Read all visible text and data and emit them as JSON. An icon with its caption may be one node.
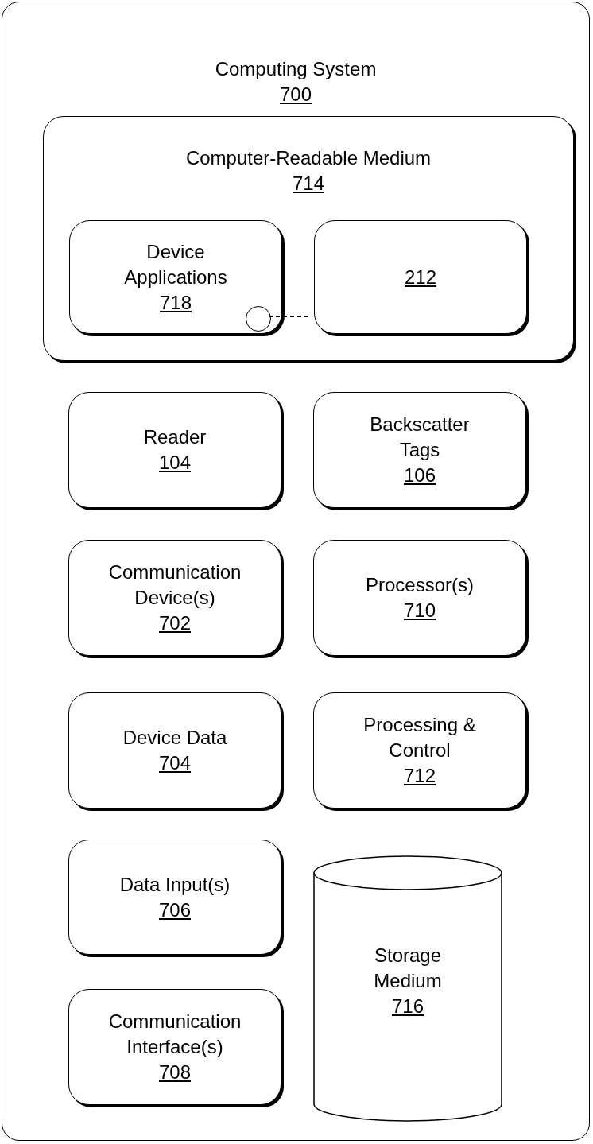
{
  "diagram": {
    "nodes": [
      {
        "text": [
          "Computing System",
          "700"
        ]
      },
      {
        "text": [
          "Computer-Readable Medium",
          "714"
        ],
        "in": 0
      },
      {
        "text": [
          "Device Applications",
          "718"
        ],
        "in": 1
      },
      {
        "text": [],
        "shape": "circle",
        "in": 2
      },
      {
        "text": [
          "212"
        ],
        "in": 1
      },
      {
        "text": [
          "Reader",
          "104"
        ],
        "in": 0
      },
      {
        "text": [
          "Backscatter Tags",
          "106"
        ],
        "in": 0
      },
      {
        "text": [
          "Communication Device(s)",
          "702"
        ],
        "in": 0
      },
      {
        "text": [
          "Processor(s)",
          "710"
        ],
        "in": 0
      },
      {
        "text": [
          "Device Data",
          "704"
        ],
        "in": 0
      },
      {
        "text": [
          "Processing & Control",
          "712"
        ],
        "in": 0
      },
      {
        "text": [
          "Data Input(s)",
          "706"
        ],
        "in": 0
      },
      {
        "text": [
          "Storage Medium",
          "716"
        ],
        "in": 0
      },
      {
        "text": [
          "Communication Interface(s)",
          "708"
        ],
        "in": 0
      }
    ],
    "edges": [
      {
        "from": 3,
        "to": 4,
        "arrow": "none",
        "style": "dashed"
      }
    ]
  }
}
